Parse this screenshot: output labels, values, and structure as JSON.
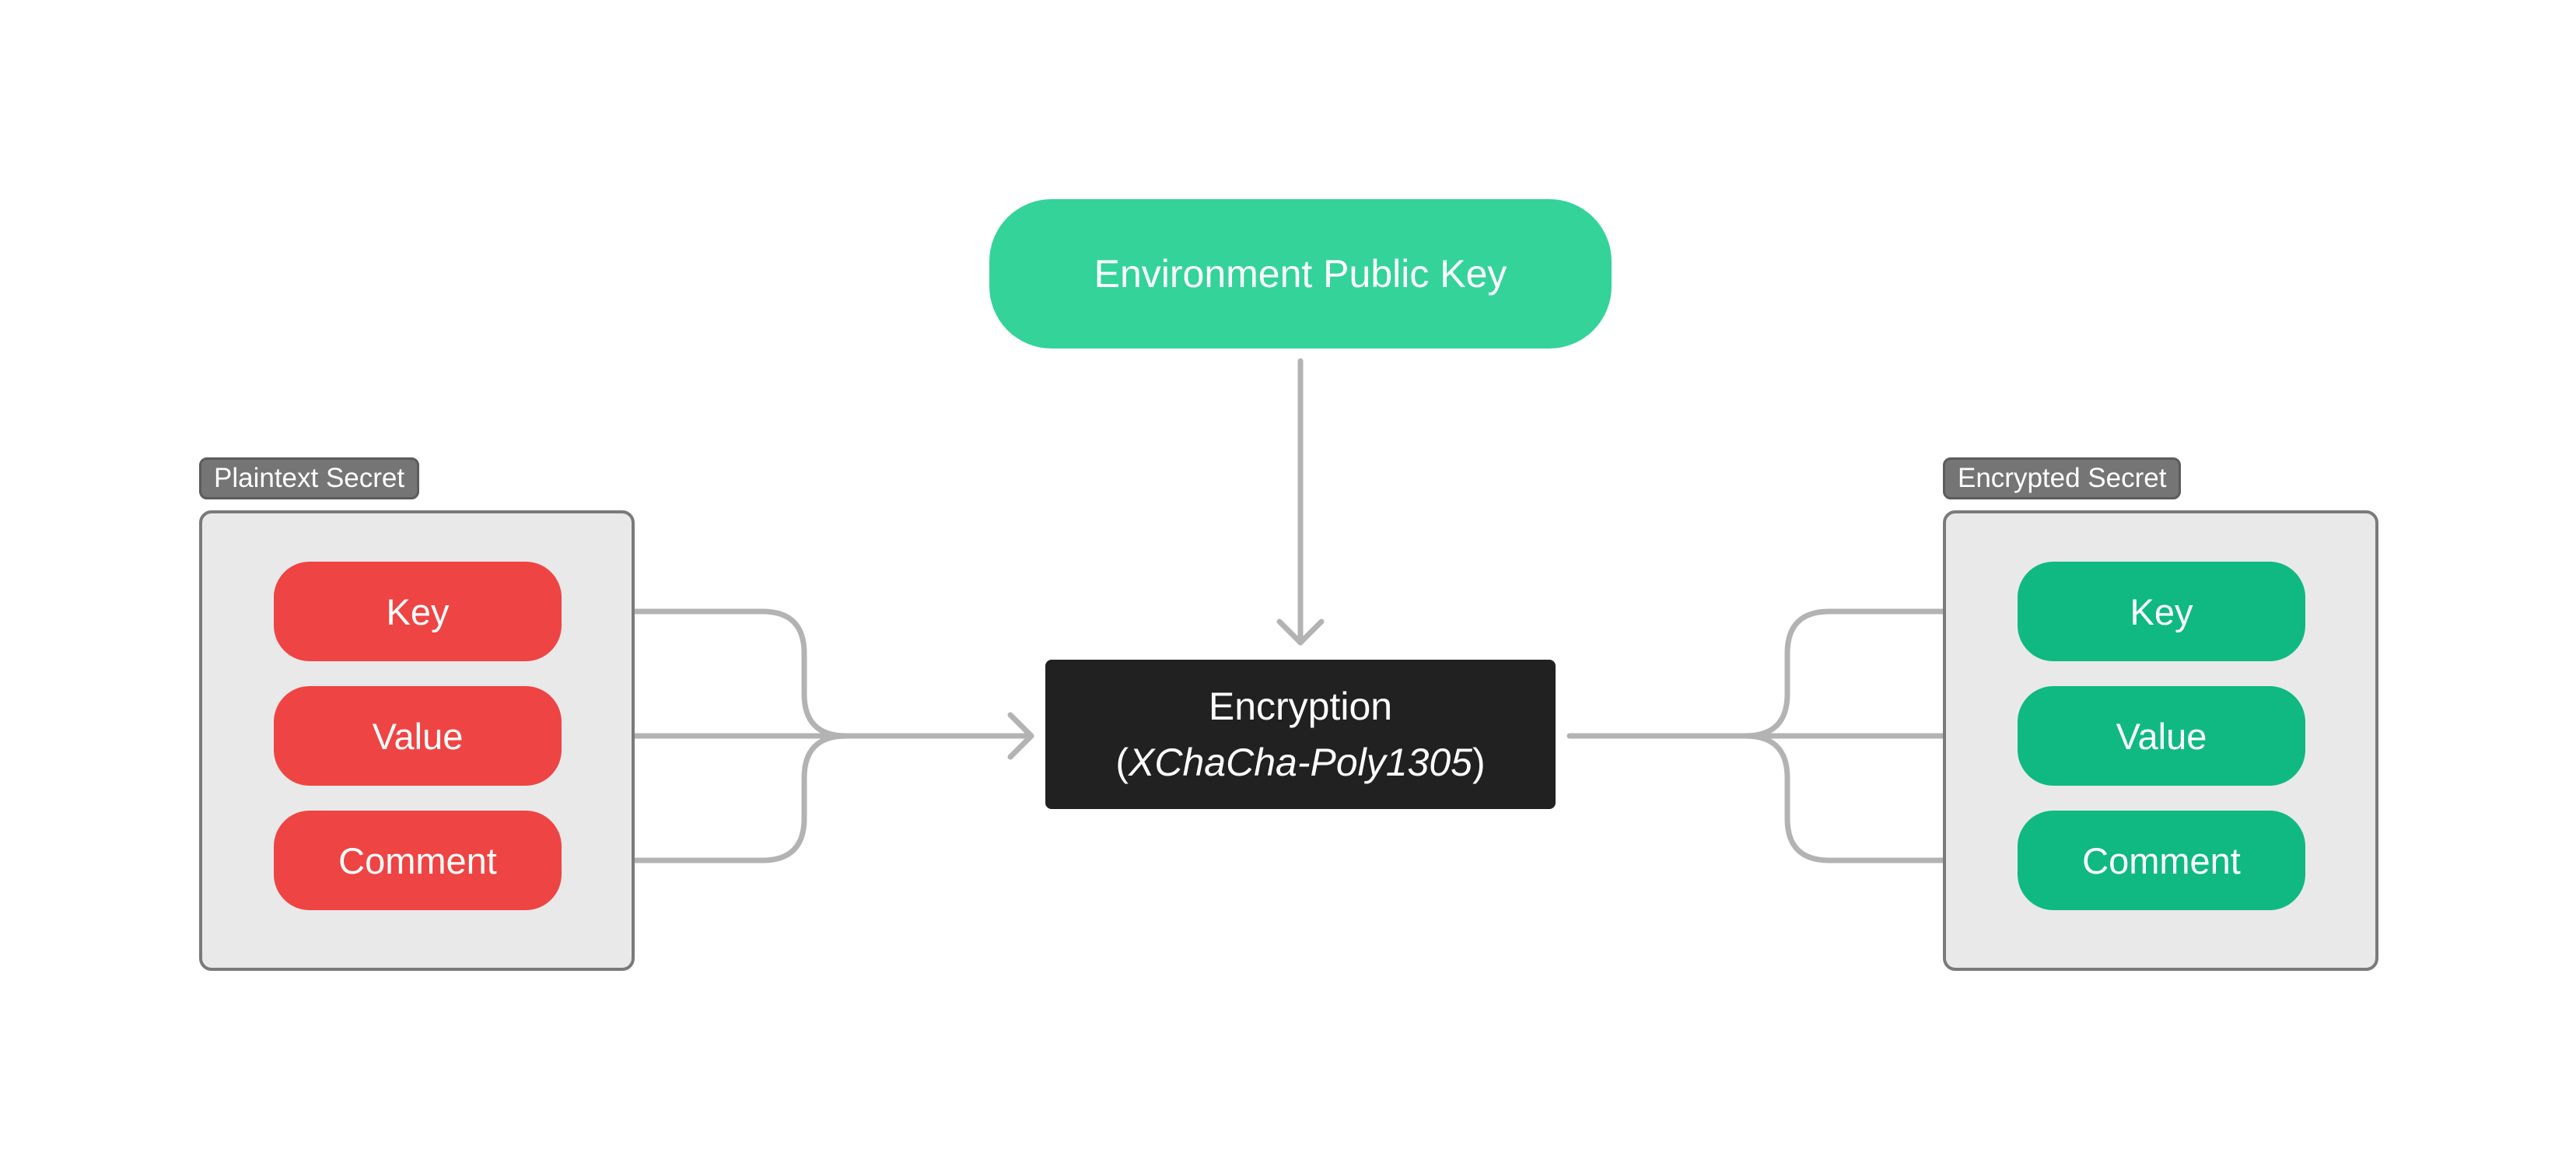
{
  "public_key": {
    "label": "Environment Public Key"
  },
  "encryption": {
    "title": "Encryption",
    "algorithm": "XChaCha-Poly1305",
    "open_paren": "(",
    "close_paren": ")"
  },
  "plaintext_secret": {
    "tag": "Plaintext Secret",
    "fields": [
      "Key",
      "Value",
      "Comment"
    ]
  },
  "encrypted_secret": {
    "tag": "Encrypted Secret",
    "fields": [
      "Key",
      "Value",
      "Comment"
    ]
  },
  "colors": {
    "plaintext_field": "#ef4444",
    "encrypted_field": "#10b981",
    "public_key": "#34d399",
    "encryption_box": "#212121",
    "connector": "#b3b3b3",
    "group_background": "#e9e9e9"
  }
}
